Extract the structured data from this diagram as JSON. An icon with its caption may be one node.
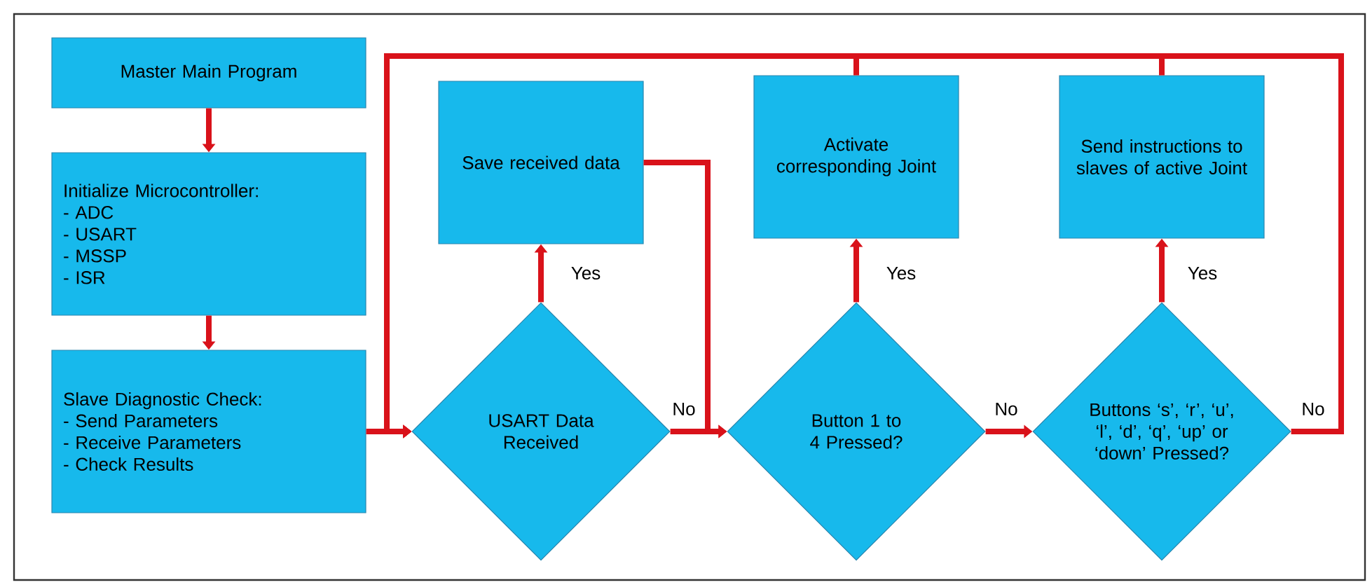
{
  "diagram": {
    "nodes": [
      {
        "text": [
          "Master Main Program"
        ]
      },
      {
        "text": [
          "Initialize Microcontroller:",
          "- ADC",
          "- USART",
          "- MSSP",
          "- ISR"
        ]
      },
      {
        "text": [
          "Slave Diagnostic Check:",
          "- Send Parameters",
          "- Receive Parameters",
          "- Check Results"
        ]
      },
      {
        "text": [
          "Save received data"
        ]
      },
      {
        "text": [
          "USART Data Received"
        ]
      },
      {
        "text": [
          "Activate corresponding Joint"
        ]
      },
      {
        "text": [
          "Button 1 to 4 Pressed?"
        ]
      },
      {
        "text": [
          "Send instructions to slaves of active Joint"
        ]
      },
      {
        "text": [
          "Buttons ‘s’, ‘r’, ‘u’, ‘l’, ‘d’, ‘q’, ‘up’ or ‘down’ Pressed?"
        ]
      }
    ],
    "edges": [
      {
        "from": 0,
        "to": 1,
        "arrow": "to"
      },
      {
        "from": 1,
        "to": 2,
        "arrow": "to"
      },
      {
        "from": 2,
        "to": 4,
        "arrow": "to"
      },
      {
        "from": 4,
        "to": 3,
        "arrow": "to",
        "label": "Yes"
      },
      {
        "from": 4,
        "to": 6,
        "arrow": "to",
        "label": "No"
      },
      {
        "from": 3,
        "to": 6,
        "arrow": "to"
      },
      {
        "from": 6,
        "to": 5,
        "arrow": "to",
        "label": "Yes"
      },
      {
        "from": 5,
        "to": 4,
        "arrow": "to"
      },
      {
        "from": 8,
        "to": 7,
        "arrow": "to",
        "label": "Yes"
      },
      {
        "from": 7,
        "to": 4,
        "arrow": "to"
      },
      {
        "from": 8,
        "to": 4,
        "arrow": "to",
        "label": "No"
      },
      {
        "from": 6,
        "to": 8,
        "arrow": "to",
        "label": "No"
      }
    ]
  }
}
